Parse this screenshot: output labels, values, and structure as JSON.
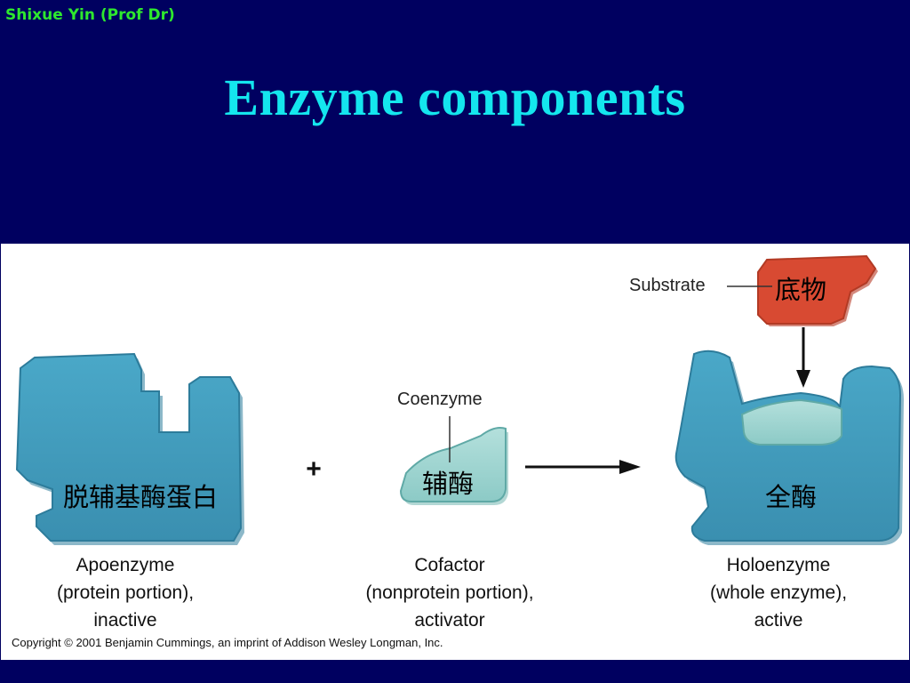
{
  "header": {
    "author": "Shixue Yin (Prof Dr)",
    "title": "Enzyme components"
  },
  "figure": {
    "plus_sign": "+",
    "substrate": {
      "label_en": "Substrate",
      "label_cn": "底物"
    },
    "apoenzyme": {
      "label_cn": "脱辅基酶蛋白",
      "caption": [
        "Apoenzyme",
        "(protein portion),",
        "inactive"
      ]
    },
    "cofactor": {
      "coenzyme_label": "Coenzyme",
      "label_cn": "辅酶",
      "caption": [
        "Cofactor",
        "(nonprotein portion),",
        "activator"
      ]
    },
    "holoenzyme": {
      "label_cn": "全酶",
      "caption": [
        "Holoenzyme",
        "(whole enzyme),",
        "active"
      ]
    },
    "copyright": "Copyright © 2001 Benjamin Cummings, an imprint of Addison Wesley Longman, Inc."
  },
  "colors": {
    "background": "#000060",
    "title": "#14e6ee",
    "author": "#2ee82e",
    "enzyme": "#3f9cbd",
    "cofactor": "#9fd3d0",
    "substrate": "#d84a32"
  }
}
